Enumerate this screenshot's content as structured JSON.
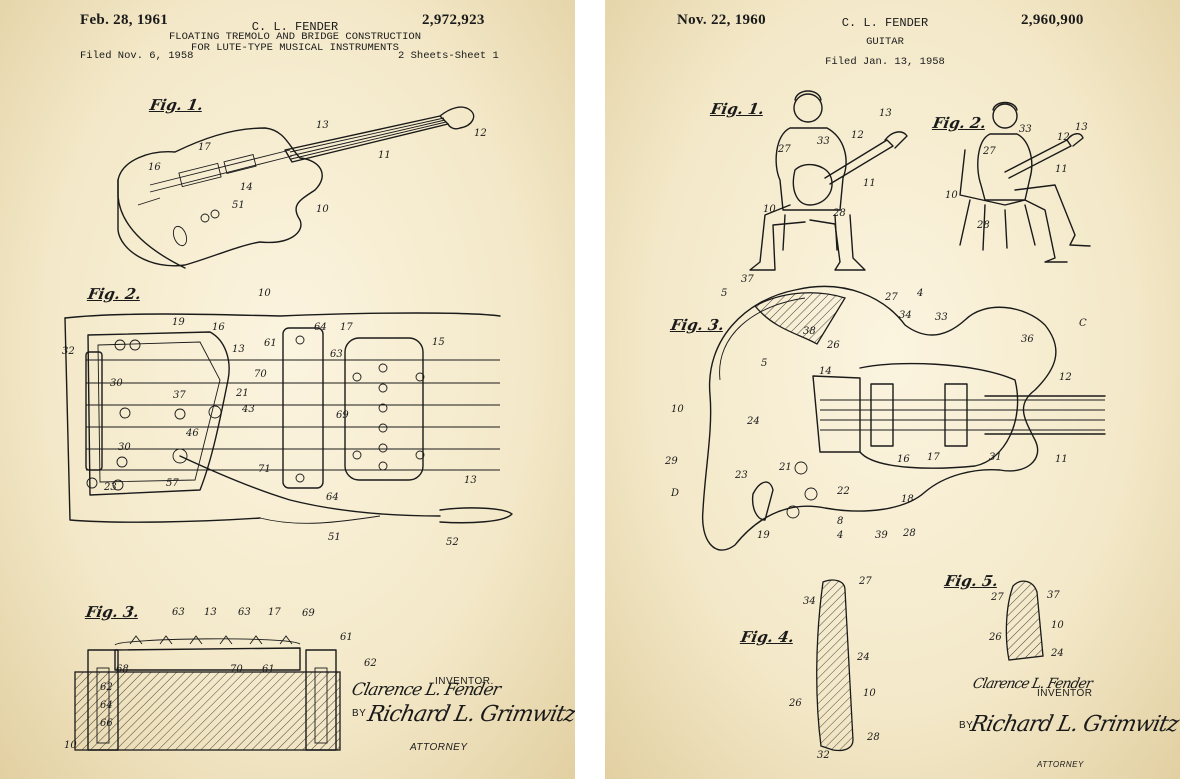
{
  "left": {
    "date": "Feb. 28, 1961",
    "inventor_name": "C. L. FENDER",
    "patent_number": "2,972,923",
    "title_line1": "FLOATING TREMOLO AND BRIDGE CONSTRUCTION",
    "title_line2": "FOR LUTE-TYPE MUSICAL INSTRUMENTS",
    "filed": "Filed Nov. 6, 1958",
    "sheets": "2 Sheets-Sheet 1",
    "fig1": "Fig. 1.",
    "fig2": "Fig. 2.",
    "fig3": "Fig. 3.",
    "inventor_label": "INVENTOR.",
    "inventor_signature": "Clarence L. Fender",
    "by": "BY",
    "attorney_signature": "Richard L. Grimwitz",
    "attorney_label": "ATTORNEY"
  },
  "right": {
    "date": "Nov. 22, 1960",
    "inventor_name": "C. L. FENDER",
    "patent_number": "2,960,900",
    "title": "GUITAR",
    "filed": "Filed Jan. 13, 1958",
    "fig1": "Fig. 1.",
    "fig2": "Fig. 2.",
    "fig3": "Fig. 3.",
    "fig4": "Fig. 4.",
    "fig5": "Fig. 5.",
    "inventor_signature": "Clarence L. Fender",
    "inventor_label": "INVENTOR",
    "by": "BY",
    "attorney_signature": "Richard L. Grimwitz",
    "attorney_label": "ATTORNEY"
  }
}
